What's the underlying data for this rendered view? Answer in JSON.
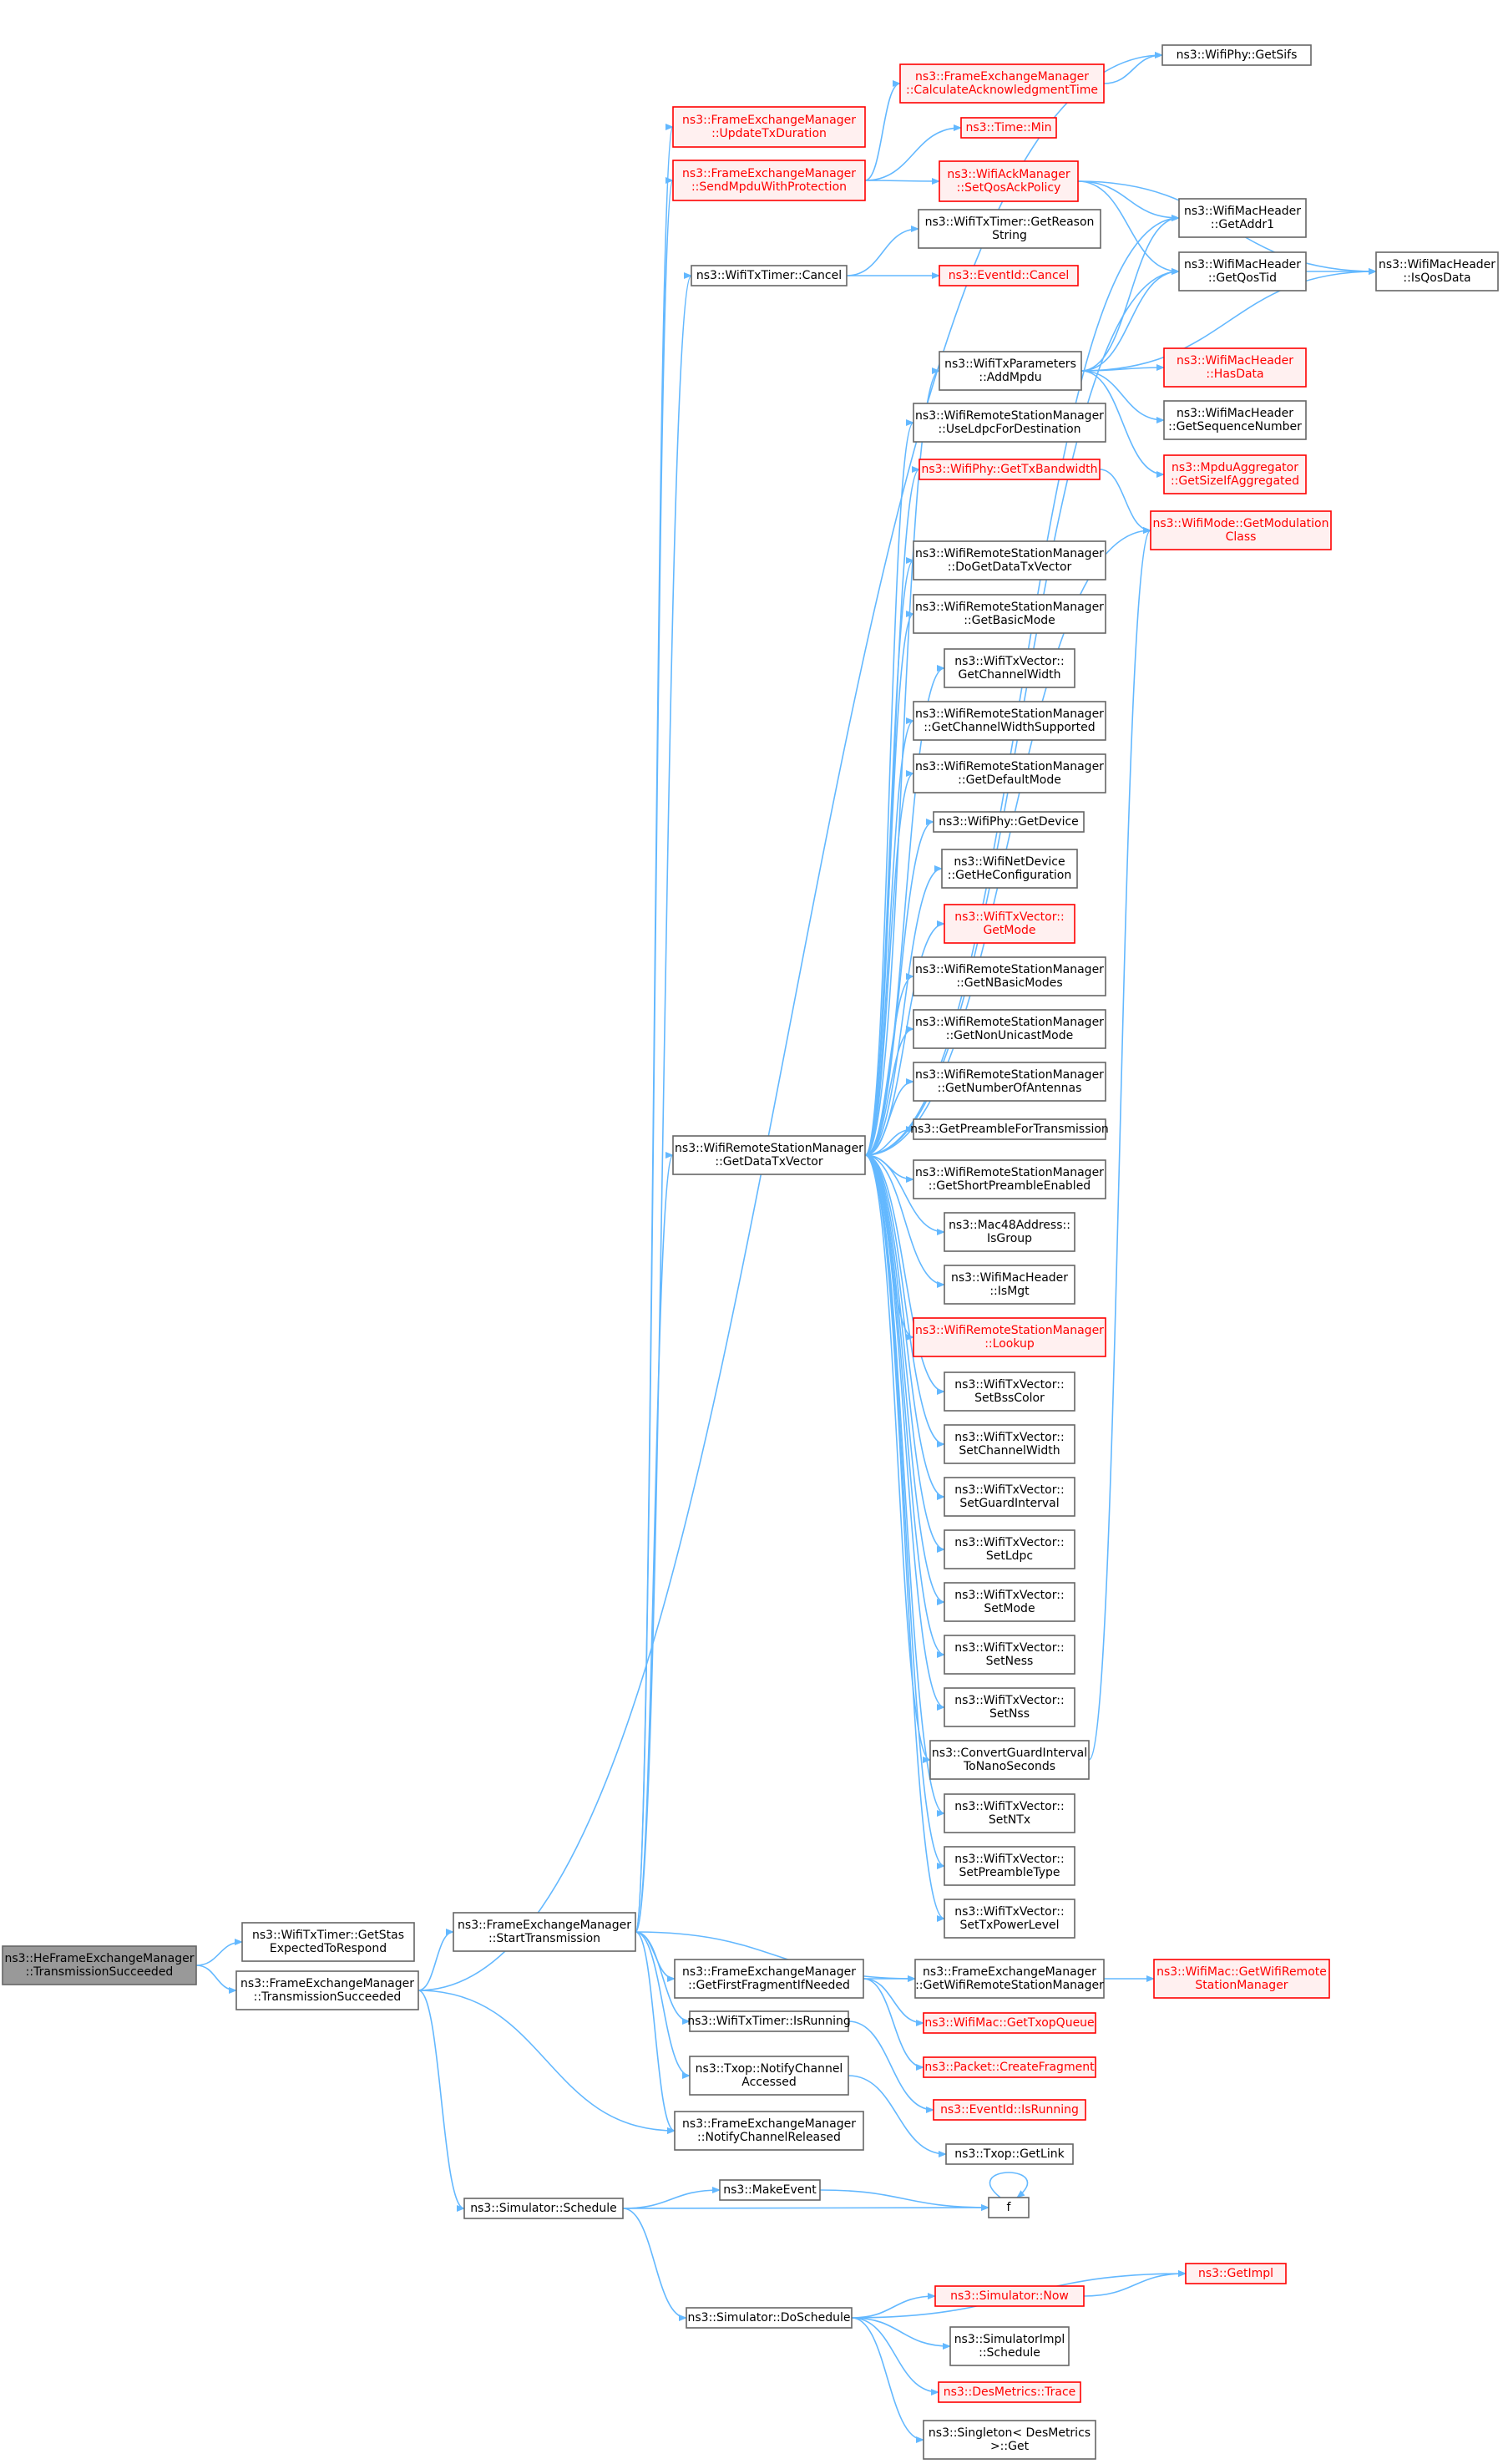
{
  "colors": {
    "edge": "#63b8ff",
    "normal_border": "#666666",
    "normal_fill": "#ffffff",
    "normal_text": "#000000",
    "red_border": "#ff0000",
    "red_fill": "#fff0f0",
    "red_text": "#ff0000",
    "root_fill": "#999999",
    "root_border": "#666666"
  },
  "nodes": [
    {
      "id": "root",
      "lines": [
        "ns3::HeFrameExchangeManager",
        "::TransmissionSucceeded"
      ],
      "style": "root"
    },
    {
      "id": "getstas",
      "lines": [
        "ns3::WifiTxTimer::GetStas",
        "ExpectedToRespond"
      ],
      "style": "normal"
    },
    {
      "id": "fem_ts",
      "lines": [
        "ns3::FrameExchangeManager",
        "::TransmissionSucceeded"
      ],
      "style": "normal"
    },
    {
      "id": "starttx",
      "lines": [
        "ns3::FrameExchangeManager",
        "::StartTransmission"
      ],
      "style": "normal"
    },
    {
      "id": "sched",
      "lines": [
        "ns3::Simulator::Schedule"
      ],
      "style": "normal"
    },
    {
      "id": "updtx",
      "lines": [
        "ns3::FrameExchangeManager",
        "::UpdateTxDuration"
      ],
      "style": "red"
    },
    {
      "id": "sendmpdu",
      "lines": [
        "ns3::FrameExchangeManager",
        "::SendMpduWithProtection"
      ],
      "style": "red"
    },
    {
      "id": "tcancel",
      "lines": [
        "ns3::WifiTxTimer::Cancel"
      ],
      "style": "normal"
    },
    {
      "id": "getdtv",
      "lines": [
        "ns3::WifiRemoteStationManager",
        "::GetDataTxVector"
      ],
      "style": "normal"
    },
    {
      "id": "firstfrag",
      "lines": [
        "ns3::FrameExchangeManager",
        "::GetFirstFragmentIfNeeded"
      ],
      "style": "normal"
    },
    {
      "id": "isrun",
      "lines": [
        "ns3::WifiTxTimer::IsRunning"
      ],
      "style": "normal"
    },
    {
      "id": "notifyacc",
      "lines": [
        "ns3::Txop::NotifyChannel",
        "Accessed"
      ],
      "style": "normal"
    },
    {
      "id": "notifyrel",
      "lines": [
        "ns3::FrameExchangeManager",
        "::NotifyChannelReleased"
      ],
      "style": "normal"
    },
    {
      "id": "makeevent",
      "lines": [
        "ns3::MakeEvent"
      ],
      "style": "normal"
    },
    {
      "id": "dosched",
      "lines": [
        "ns3::Simulator::DoSchedule"
      ],
      "style": "normal"
    },
    {
      "id": "calcack",
      "lines": [
        "ns3::FrameExchangeManager",
        "::CalculateAcknowledgmentTime"
      ],
      "style": "red"
    },
    {
      "id": "timemin",
      "lines": [
        "ns3::Time::Min"
      ],
      "style": "red"
    },
    {
      "id": "setqos",
      "lines": [
        "ns3::WifiAckManager",
        "::SetQosAckPolicy"
      ],
      "style": "red"
    },
    {
      "id": "getreason",
      "lines": [
        "ns3::WifiTxTimer::GetReason",
        "String"
      ],
      "style": "normal"
    },
    {
      "id": "evcancel",
      "lines": [
        "ns3::EventId::Cancel"
      ],
      "style": "red"
    },
    {
      "id": "addmpdu",
      "lines": [
        "ns3::WifiTxParameters",
        "::AddMpdu"
      ],
      "style": "normal"
    },
    {
      "id": "useldpc",
      "lines": [
        "ns3::WifiRemoteStationManager",
        "::UseLdpcForDestination"
      ],
      "style": "normal"
    },
    {
      "id": "gettxbw",
      "lines": [
        "ns3::WifiPhy::GetTxBandwidth"
      ],
      "style": "red"
    },
    {
      "id": "dogetdtv",
      "lines": [
        "ns3::WifiRemoteStationManager",
        "::DoGetDataTxVector"
      ],
      "style": "normal"
    },
    {
      "id": "getbasic",
      "lines": [
        "ns3::WifiRemoteStationManager",
        "::GetBasicMode"
      ],
      "style": "normal"
    },
    {
      "id": "getchw",
      "lines": [
        "ns3::WifiTxVector::",
        "GetChannelWidth"
      ],
      "style": "normal"
    },
    {
      "id": "getchws",
      "lines": [
        "ns3::WifiRemoteStationManager",
        "::GetChannelWidthSupported"
      ],
      "style": "normal"
    },
    {
      "id": "getdef",
      "lines": [
        "ns3::WifiRemoteStationManager",
        "::GetDefaultMode"
      ],
      "style": "normal"
    },
    {
      "id": "getdevice",
      "lines": [
        "ns3::WifiPhy::GetDevice"
      ],
      "style": "normal"
    },
    {
      "id": "gethecfg",
      "lines": [
        "ns3::WifiNetDevice",
        "::GetHeConfiguration"
      ],
      "style": "normal"
    },
    {
      "id": "getmode",
      "lines": [
        "ns3::WifiTxVector::",
        "GetMode"
      ],
      "style": "red"
    },
    {
      "id": "getnbasic",
      "lines": [
        "ns3::WifiRemoteStationManager",
        "::GetNBasicModes"
      ],
      "style": "normal"
    },
    {
      "id": "getnonuni",
      "lines": [
        "ns3::WifiRemoteStationManager",
        "::GetNonUnicastMode"
      ],
      "style": "normal"
    },
    {
      "id": "getnant",
      "lines": [
        "ns3::WifiRemoteStationManager",
        "::GetNumberOfAntennas"
      ],
      "style": "normal"
    },
    {
      "id": "getpre",
      "lines": [
        "ns3::GetPreambleForTransmission"
      ],
      "style": "normal"
    },
    {
      "id": "getshort",
      "lines": [
        "ns3::WifiRemoteStationManager",
        "::GetShortPreambleEnabled"
      ],
      "style": "normal"
    },
    {
      "id": "isgroup",
      "lines": [
        "ns3::Mac48Address::",
        "IsGroup"
      ],
      "style": "normal"
    },
    {
      "id": "ismgt",
      "lines": [
        "ns3::WifiMacHeader",
        "::IsMgt"
      ],
      "style": "normal"
    },
    {
      "id": "lookup",
      "lines": [
        "ns3::WifiRemoteStationManager",
        "::Lookup"
      ],
      "style": "red"
    },
    {
      "id": "setbss",
      "lines": [
        "ns3::WifiTxVector::",
        "SetBssColor"
      ],
      "style": "normal"
    },
    {
      "id": "setchw",
      "lines": [
        "ns3::WifiTxVector::",
        "SetChannelWidth"
      ],
      "style": "normal"
    },
    {
      "id": "setgi",
      "lines": [
        "ns3::WifiTxVector::",
        "SetGuardInterval"
      ],
      "style": "normal"
    },
    {
      "id": "setldpc",
      "lines": [
        "ns3::WifiTxVector::",
        "SetLdpc"
      ],
      "style": "normal"
    },
    {
      "id": "setmode",
      "lines": [
        "ns3::WifiTxVector::",
        "SetMode"
      ],
      "style": "normal"
    },
    {
      "id": "setness",
      "lines": [
        "ns3::WifiTxVector::",
        "SetNess"
      ],
      "style": "normal"
    },
    {
      "id": "setnss",
      "lines": [
        "ns3::WifiTxVector::",
        "SetNss"
      ],
      "style": "normal"
    },
    {
      "id": "convgi",
      "lines": [
        "ns3::ConvertGuardInterval",
        "ToNanoSeconds"
      ],
      "style": "normal"
    },
    {
      "id": "setntx",
      "lines": [
        "ns3::WifiTxVector::",
        "SetNTx"
      ],
      "style": "normal"
    },
    {
      "id": "setpre",
      "lines": [
        "ns3::WifiTxVector::",
        "SetPreambleType"
      ],
      "style": "normal"
    },
    {
      "id": "setpow",
      "lines": [
        "ns3::WifiTxVector::",
        "SetTxPowerLevel"
      ],
      "style": "normal"
    },
    {
      "id": "getwrsm",
      "lines": [
        "ns3::FrameExchangeManager",
        "::GetWifiRemoteStationManager"
      ],
      "style": "normal"
    },
    {
      "id": "gettxop",
      "lines": [
        "ns3::WifiMac::GetTxopQueue"
      ],
      "style": "red"
    },
    {
      "id": "createfrag",
      "lines": [
        "ns3::Packet::CreateFragment"
      ],
      "style": "red"
    },
    {
      "id": "evisrun",
      "lines": [
        "ns3::EventId::IsRunning"
      ],
      "style": "red"
    },
    {
      "id": "getlink",
      "lines": [
        "ns3::Txop::GetLink"
      ],
      "style": "normal"
    },
    {
      "id": "f",
      "lines": [
        "f"
      ],
      "style": "normal"
    },
    {
      "id": "simnow",
      "lines": [
        "ns3::Simulator::Now"
      ],
      "style": "red"
    },
    {
      "id": "implsched",
      "lines": [
        "ns3::SimulatorImpl",
        "::Schedule"
      ],
      "style": "normal"
    },
    {
      "id": "trace",
      "lines": [
        "ns3::DesMetrics::Trace"
      ],
      "style": "red"
    },
    {
      "id": "singleton",
      "lines": [
        "ns3::Singleton< DesMetrics",
        " >::Get"
      ],
      "style": "normal"
    },
    {
      "id": "getsifs",
      "lines": [
        "ns3::WifiPhy::GetSifs"
      ],
      "style": "normal"
    },
    {
      "id": "getaddr1",
      "lines": [
        "ns3::WifiMacHeader",
        "::GetAddr1"
      ],
      "style": "normal"
    },
    {
      "id": "getqostid",
      "lines": [
        "ns3::WifiMacHeader",
        "::GetQosTid"
      ],
      "style": "normal"
    },
    {
      "id": "hasdata",
      "lines": [
        "ns3::WifiMacHeader",
        "::HasData"
      ],
      "style": "red"
    },
    {
      "id": "getseq",
      "lines": [
        "ns3::WifiMacHeader",
        "::GetSequenceNumber"
      ],
      "style": "normal"
    },
    {
      "id": "getsize",
      "lines": [
        "ns3::MpduAggregator",
        "::GetSizeIfAggregated"
      ],
      "style": "red"
    },
    {
      "id": "getmodcls",
      "lines": [
        "ns3::WifiMode::GetModulation",
        "Class"
      ],
      "style": "red"
    },
    {
      "id": "getwrsm2",
      "lines": [
        "ns3::WifiMac::GetWifiRemote",
        "StationManager"
      ],
      "style": "red"
    },
    {
      "id": "getimpl",
      "lines": [
        "ns3::GetImpl"
      ],
      "style": "red"
    },
    {
      "id": "isqosdata",
      "lines": [
        "ns3::WifiMacHeader",
        "::IsQosData"
      ],
      "style": "normal"
    }
  ],
  "edges": [
    [
      "root",
      "getstas"
    ],
    [
      "root",
      "fem_ts"
    ],
    [
      "fem_ts",
      "starttx"
    ],
    [
      "fem_ts",
      "sched"
    ],
    [
      "fem_ts",
      "notifyrel"
    ],
    [
      "fem_ts",
      "getsifs"
    ],
    [
      "starttx",
      "updtx"
    ],
    [
      "starttx",
      "sendmpdu"
    ],
    [
      "starttx",
      "tcancel"
    ],
    [
      "starttx",
      "getdtv"
    ],
    [
      "starttx",
      "firstfrag"
    ],
    [
      "starttx",
      "isrun"
    ],
    [
      "starttx",
      "notifyacc"
    ],
    [
      "starttx",
      "notifyrel"
    ],
    [
      "starttx",
      "getwrsm"
    ],
    [
      "sched",
      "makeevent"
    ],
    [
      "sched",
      "f"
    ],
    [
      "sched",
      "dosched"
    ],
    [
      "makeevent",
      "f"
    ],
    [
      "f",
      "f"
    ],
    [
      "sendmpdu",
      "calcack"
    ],
    [
      "sendmpdu",
      "timemin"
    ],
    [
      "sendmpdu",
      "setqos"
    ],
    [
      "calcack",
      "getsifs"
    ],
    [
      "setqos",
      "getaddr1"
    ],
    [
      "setqos",
      "getqostid"
    ],
    [
      "setqos",
      "isqosdata"
    ],
    [
      "tcancel",
      "getreason"
    ],
    [
      "tcancel",
      "evcancel"
    ],
    [
      "getdtv",
      "addmpdu"
    ],
    [
      "getdtv",
      "useldpc"
    ],
    [
      "getdtv",
      "gettxbw"
    ],
    [
      "getdtv",
      "getmodcls"
    ],
    [
      "getdtv",
      "dogetdtv"
    ],
    [
      "getdtv",
      "getbasic"
    ],
    [
      "getdtv",
      "getchw"
    ],
    [
      "getdtv",
      "getchws"
    ],
    [
      "getdtv",
      "getdef"
    ],
    [
      "getdtv",
      "getdevice"
    ],
    [
      "getdtv",
      "gethecfg"
    ],
    [
      "getdtv",
      "getmode"
    ],
    [
      "getdtv",
      "getnbasic"
    ],
    [
      "getdtv",
      "getnonuni"
    ],
    [
      "getdtv",
      "getnant"
    ],
    [
      "getdtv",
      "getpre"
    ],
    [
      "getdtv",
      "getshort"
    ],
    [
      "getdtv",
      "isgroup"
    ],
    [
      "getdtv",
      "ismgt"
    ],
    [
      "getdtv",
      "lookup"
    ],
    [
      "getdtv",
      "setbss"
    ],
    [
      "getdtv",
      "setchw"
    ],
    [
      "getdtv",
      "setgi"
    ],
    [
      "getdtv",
      "setldpc"
    ],
    [
      "getdtv",
      "setmode"
    ],
    [
      "getdtv",
      "setness"
    ],
    [
      "getdtv",
      "setnss"
    ],
    [
      "getdtv",
      "convgi"
    ],
    [
      "getdtv",
      "setntx"
    ],
    [
      "getdtv",
      "setpre"
    ],
    [
      "getdtv",
      "setpow"
    ],
    [
      "getdtv",
      "getaddr1"
    ],
    [
      "getdtv",
      "getqostid"
    ],
    [
      "addmpdu",
      "getaddr1"
    ],
    [
      "addmpdu",
      "getqostid"
    ],
    [
      "addmpdu",
      "isqosdata"
    ],
    [
      "addmpdu",
      "hasdata"
    ],
    [
      "addmpdu",
      "getseq"
    ],
    [
      "addmpdu",
      "getsize"
    ],
    [
      "getqostid",
      "isqosdata"
    ],
    [
      "gettxbw",
      "getmodcls"
    ],
    [
      "convgi",
      "getmodcls"
    ],
    [
      "firstfrag",
      "getwrsm"
    ],
    [
      "firstfrag",
      "gettxop"
    ],
    [
      "firstfrag",
      "createfrag"
    ],
    [
      "getwrsm",
      "getwrsm2"
    ],
    [
      "isrun",
      "evisrun"
    ],
    [
      "notifyacc",
      "getlink"
    ],
    [
      "dosched",
      "getimpl"
    ],
    [
      "dosched",
      "simnow"
    ],
    [
      "dosched",
      "implsched"
    ],
    [
      "dosched",
      "trace"
    ],
    [
      "dosched",
      "singleton"
    ],
    [
      "simnow",
      "getimpl"
    ]
  ]
}
